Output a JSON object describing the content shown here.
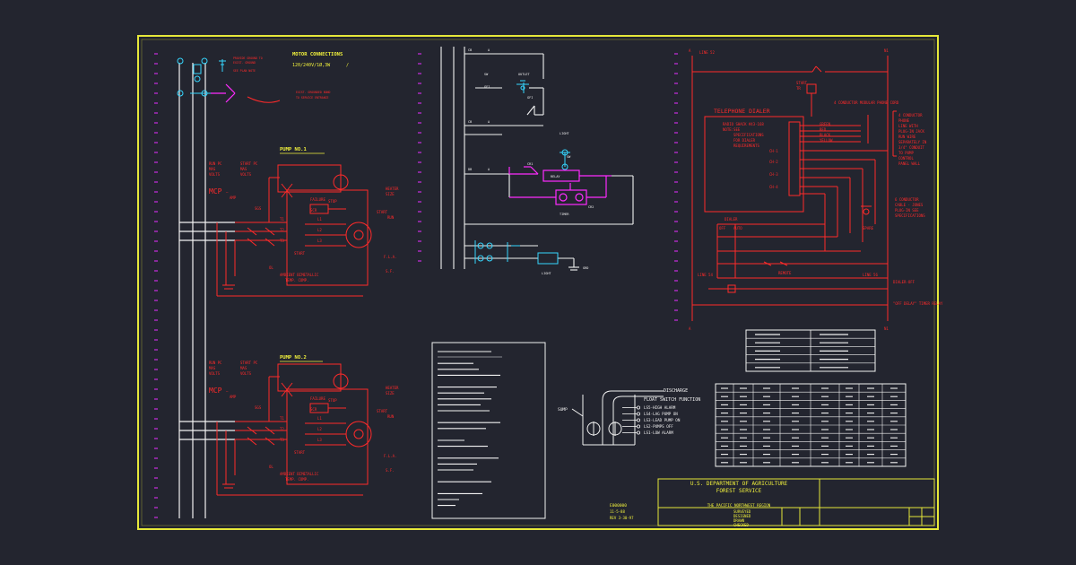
{
  "colors": {
    "background": "#23252f",
    "border": "#e6e83a",
    "red": "#ff2a2a",
    "white": "#f2f2f2",
    "yellow": "#f0f03c",
    "magenta": "#ff2cff",
    "cyan": "#35d7ff",
    "ladder_numbers": "#b22cc8"
  },
  "motor": {
    "title": "MOTOR CONNECTIONS",
    "subtitle": "120/240V/1Ø,3W",
    "mark": "/"
  },
  "pump1": {
    "title": "PUMP NO.1",
    "labels": [
      "RUN PC MAS VOLTS",
      "START PC MAS VOLTS",
      "MCP",
      "AMP",
      "HEATER SIZE",
      "START",
      "RUN",
      "F.L.A.",
      "S.F.",
      "AMBIENT BIMETALLIC TEMP. COMP."
    ],
    "contacts": [
      "SGS",
      "OL",
      "T1",
      "T2",
      "T3",
      "L1",
      "L2",
      "L3",
      "START",
      "STOP",
      "SCR",
      "FAILURE"
    ]
  },
  "pump2": {
    "title": "PUMP NO.2",
    "labels": [
      "RUN PC MAS VOLTS",
      "START PC MAS VOLTS",
      "MCP",
      "AMP",
      "HEATER SIZE",
      "START",
      "RUN",
      "F.L.A.",
      "S.F.",
      "AMBIENT BIMETALLIC TEMP. COMP."
    ],
    "contacts": [
      "SGS",
      "OL",
      "T1",
      "T2",
      "T3",
      "L1",
      "L2",
      "L3",
      "START",
      "STOP",
      "SCR",
      "FAILURE"
    ]
  },
  "control": {
    "labels": [
      "CB",
      "CB",
      "DB",
      "A",
      "A",
      "A",
      "CR1",
      "CR2",
      "SW",
      "GRD",
      "LIGHT",
      "OUTLET",
      "GFI",
      "RELAY",
      "TIMER"
    ]
  },
  "dialer": {
    "title": "TELEPHONE DIALER",
    "notes": [
      "RADIO SHACK #43-168",
      "NOTE:SEE",
      "SPECIFICATIONS",
      "FOR DIALER",
      "REQUIREMENTS"
    ],
    "wires": [
      "GREEN",
      "RED",
      "BLACK",
      "YELLOW"
    ],
    "wire_note": "4 CONDUCTOR MODULAR PHONE CORD",
    "phone_note": [
      "4 CONDUCTOR",
      "PHONE",
      "LINE WITH",
      "PLUG-IN JACK",
      "RUN WIRE",
      "SEPARATELY IN",
      "3/4\" CONDUIT",
      "TO PUMP",
      "CONTROL",
      "PANEL WALL"
    ],
    "cable_note": [
      "6 CONDUCTOR",
      "CABLE - JONES",
      "PLUG-IN SEE",
      "SPECIFICATIONS"
    ],
    "channels": [
      "CH-1",
      "CH-2",
      "CH-3",
      "CH-4"
    ],
    "misc": [
      "LINE 52",
      "LINE 54",
      "LINE 56",
      "A",
      "N1",
      "A",
      "N1",
      "DIALER",
      "OFF",
      "AUTO",
      "SPARE",
      "REMOTE",
      "DIALER-OFF",
      "\"OFF DELAY\" TIMER RELAY",
      "START",
      "TR"
    ]
  },
  "float_panel": {
    "discharge": "DISCHARGE",
    "heading": "FLOAT SWITCH FUNCTION",
    "sump": "SUMP",
    "functions": [
      "LS5-HIGH ALARM",
      "LS4-LAG PUMP ON",
      "LS3-LEAD PUMP ON",
      "LS2-PUMPS OFF",
      "LS1-LOW ALARM"
    ]
  },
  "title_block": {
    "agency": "U.S. DEPARTMENT OF AGRICULTURE",
    "service": "FOREST SERVICE",
    "region": "THE PACIFIC NORTHWEST REGION",
    "roles": [
      "SURVEYED",
      "DESIGNED",
      "DRAWN",
      "CHECKED"
    ],
    "drawing_no": "E000000",
    "dates": [
      "11-5-88",
      "REV 3-30-97"
    ]
  }
}
